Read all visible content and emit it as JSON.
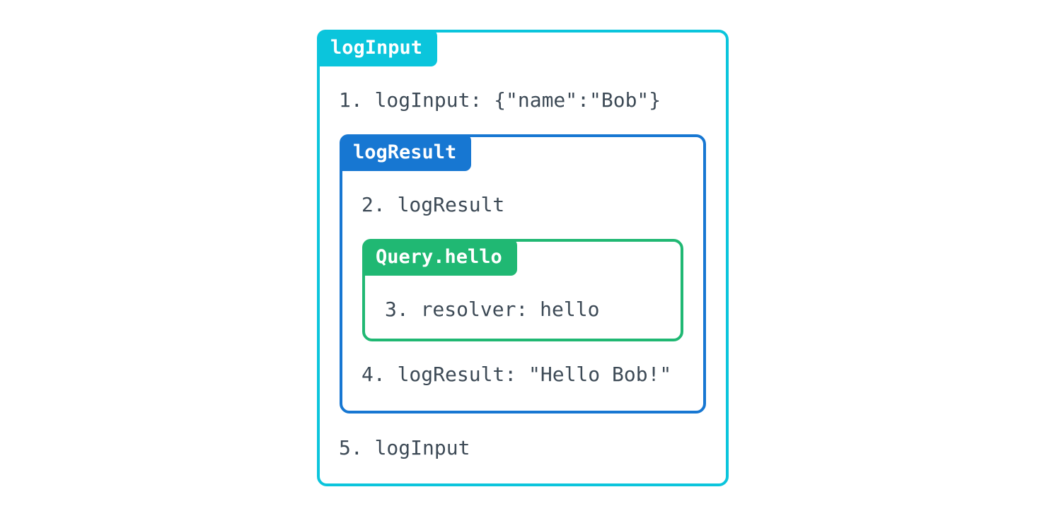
{
  "colors": {
    "outerAccent": "#0bc5dc",
    "middleAccent": "#1777d2",
    "innerAccent": "#20b873",
    "stepText": "#3d4a56",
    "labelText": "#ffffff",
    "pageBackground": "#ffffff"
  },
  "boxes": {
    "outer": {
      "label": "logInput",
      "step_enter": "1. logInput: {\"name\":\"Bob\"}",
      "step_exit": "5. logInput"
    },
    "middle": {
      "label": "logResult",
      "step_enter": "2. logResult",
      "step_exit": "4. logResult: \"Hello Bob!\""
    },
    "inner": {
      "label": "Query.hello",
      "step_enter": "3. resolver: hello"
    }
  }
}
